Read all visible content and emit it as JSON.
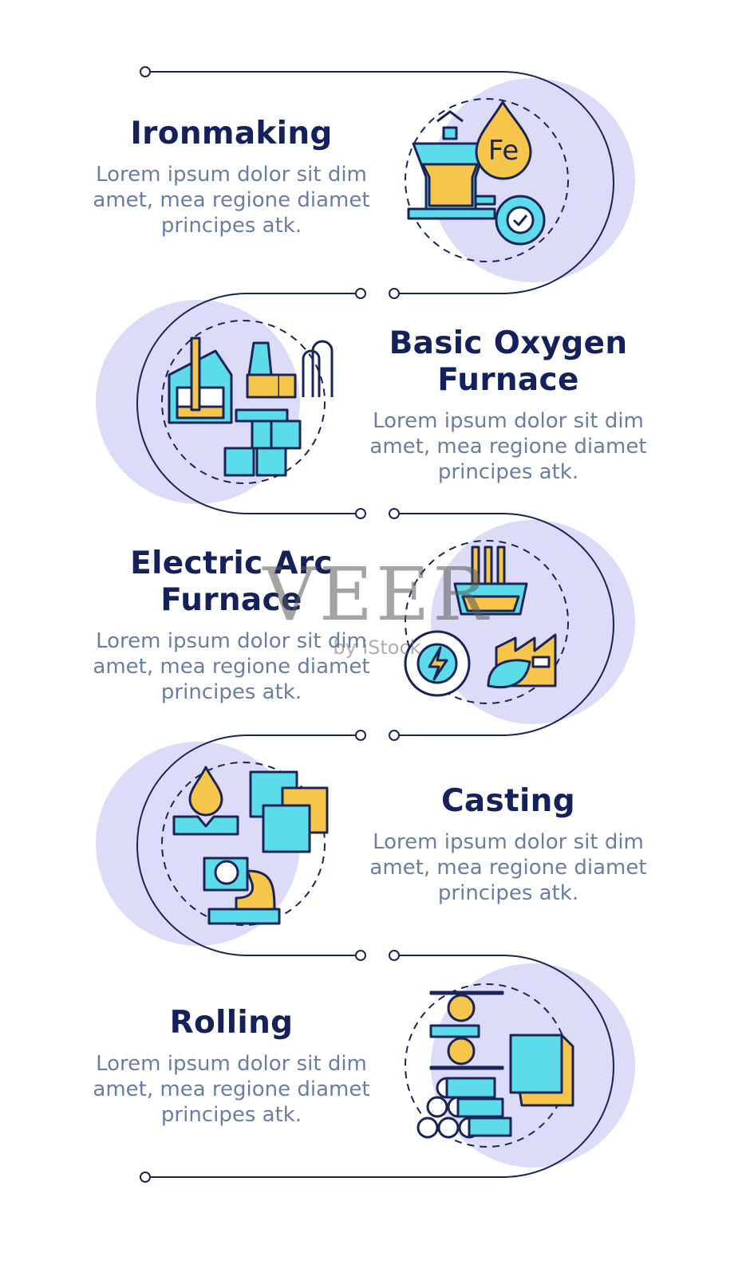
{
  "colors": {
    "line": "#1a2457",
    "circle_fill": "#dcdcf8",
    "title": "#14215a",
    "desc": "#6b7da3",
    "icon_cyan": "#5cdcea",
    "icon_yellow": "#f6c64c",
    "icon_stroke": "#1a2457"
  },
  "steps": [
    {
      "title": "Ironmaking",
      "description": "Lorem ipsum dolor sit dim amet, mea regione diamet principes atk.",
      "icon": "blast-furnace-icon",
      "icon_text": "Fe"
    },
    {
      "title": "Basic Oxygen Furnace",
      "description": "Lorem ipsum dolor sit dim amet, mea regione diamet principes atk.",
      "icon": "oxygen-furnace-icon"
    },
    {
      "title": "Electric Arc Furnace",
      "description": "Lorem ipsum dolor sit dim amet, mea regione diamet principes atk.",
      "icon": "electric-arc-furnace-icon"
    },
    {
      "title": "Casting",
      "description": "Lorem ipsum dolor sit dim amet, mea regione diamet principes atk.",
      "icon": "casting-icon"
    },
    {
      "title": "Rolling",
      "description": "Lorem ipsum dolor sit dim amet, mea regione diamet principes atk.",
      "icon": "rolling-mill-icon"
    }
  ],
  "watermark": {
    "main": "VEER",
    "sub": "by iStock"
  }
}
